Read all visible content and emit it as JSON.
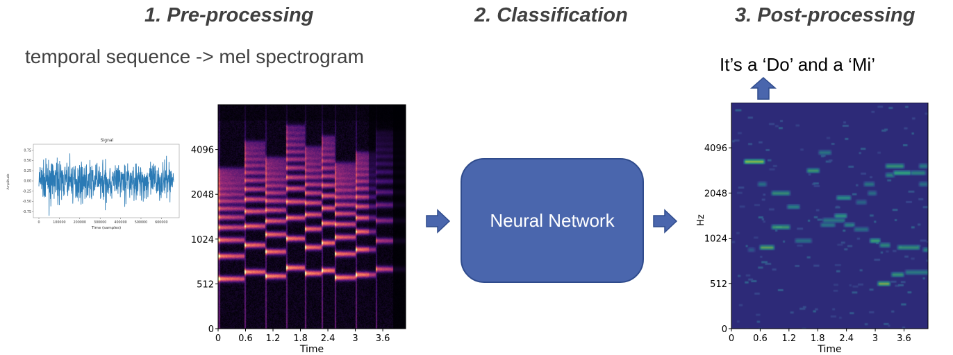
{
  "steps": [
    {
      "heading": "1. Pre-processing"
    },
    {
      "heading": "2. Classification"
    },
    {
      "heading": "3. Post-processing"
    }
  ],
  "preprocess": {
    "subtitle": "temporal sequence -> mel spectrogram"
  },
  "postprocess": {
    "result_text": "It’s a ‘Do’ and a ‘Mi’"
  },
  "classifier": {
    "label": "Neural Network",
    "fill": "#4a66ad",
    "arrow_fill": "#4a66ad"
  },
  "chart_data": [
    {
      "type": "line",
      "title": "Signal",
      "xlabel": "Time (samples)",
      "ylabel": "Amplitude",
      "x_ticks": [
        "0",
        "100000",
        "200000",
        "300000",
        "400000",
        "500000",
        "600000"
      ],
      "y_ticks": [
        "0.75",
        "0.50",
        "0.25",
        "0.00",
        "-0.25",
        "-0.50",
        "-0.75"
      ],
      "xlim": [
        0,
        660000
      ],
      "ylim": [
        -0.9,
        0.9
      ],
      "color": "#2a7ab5"
    },
    {
      "type": "heatmap",
      "colormap": "magma",
      "xlabel": "Time",
      "x_ticks": [
        "0",
        "0.6",
        "1.2",
        "1.8",
        "2.4",
        "3",
        "3.6"
      ],
      "y_ticks": [
        "4096",
        "2048",
        "1024",
        "512",
        "0"
      ],
      "y_scale": "mel",
      "xlim": [
        0,
        4.1
      ]
    },
    {
      "type": "heatmap",
      "colormap": "viridis",
      "xlabel": "Time",
      "ylabel": "Hz",
      "x_ticks": [
        "0",
        "0.6",
        "1.2",
        "1.8",
        "2.4",
        "3",
        "3.6"
      ],
      "y_ticks": [
        "4096",
        "2048",
        "1024",
        "512",
        "0"
      ],
      "y_scale": "mel",
      "xlim": [
        0,
        4.1
      ]
    }
  ]
}
